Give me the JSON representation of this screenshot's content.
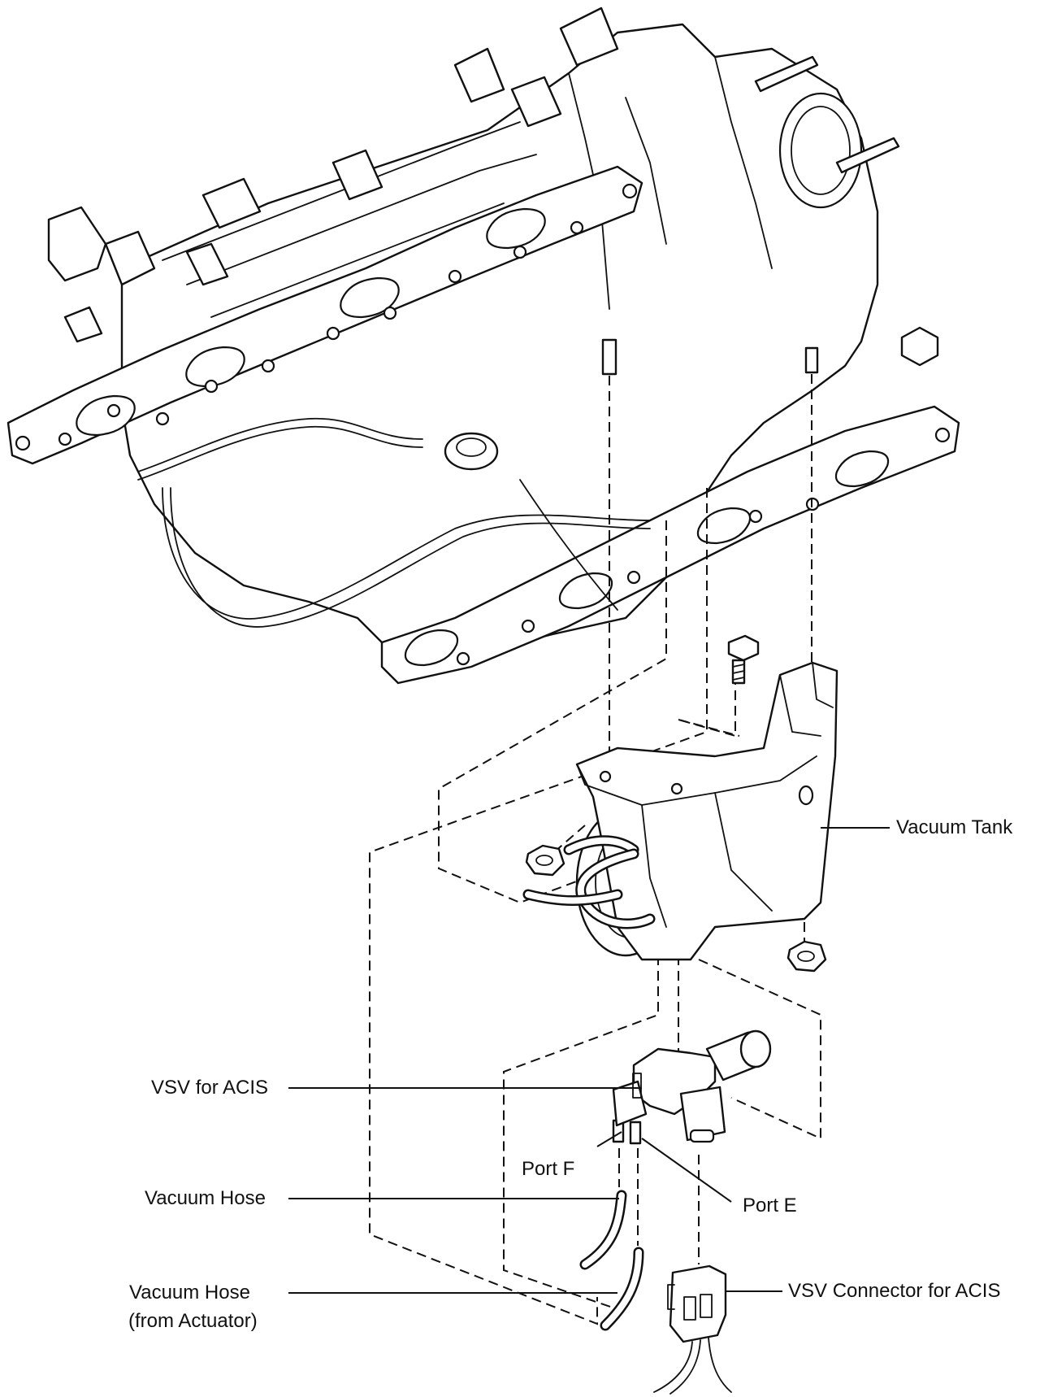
{
  "labels": {
    "vacuum_tank": "Vacuum Tank",
    "vsv_for_acis": "VSV for ACIS",
    "port_f": "Port F",
    "port_e": "Port E",
    "vacuum_hose": "Vacuum Hose",
    "vacuum_hose_actuator_line1": "Vacuum Hose",
    "vacuum_hose_actuator_line2": "(from Actuator)",
    "vsv_connector": "VSV Connector for ACIS"
  }
}
